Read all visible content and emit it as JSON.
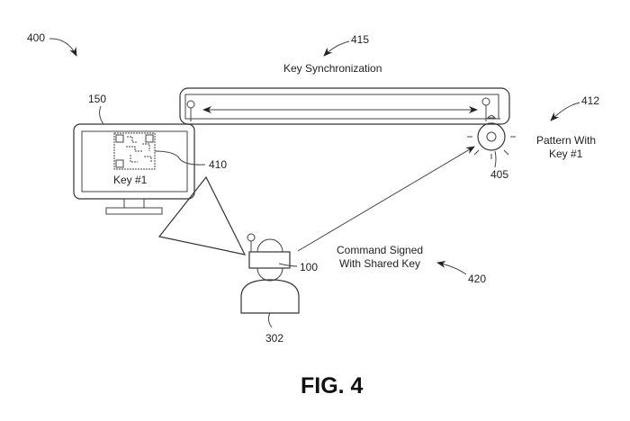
{
  "figure": {
    "caption": "FIG. 4",
    "reference_numerals": {
      "system": "400",
      "display": "150",
      "qr_code": "410",
      "light_strip": "415",
      "light_bulb": "405",
      "pattern": "412",
      "device": "100",
      "user": "302",
      "command": "420"
    },
    "labels": {
      "key_sync": "Key Synchronization",
      "display_key": "Key #1",
      "pattern_line1": "Pattern With",
      "pattern_line2": "Key #1",
      "command_line1": "Command Signed",
      "command_line2": "With Shared Key"
    }
  }
}
